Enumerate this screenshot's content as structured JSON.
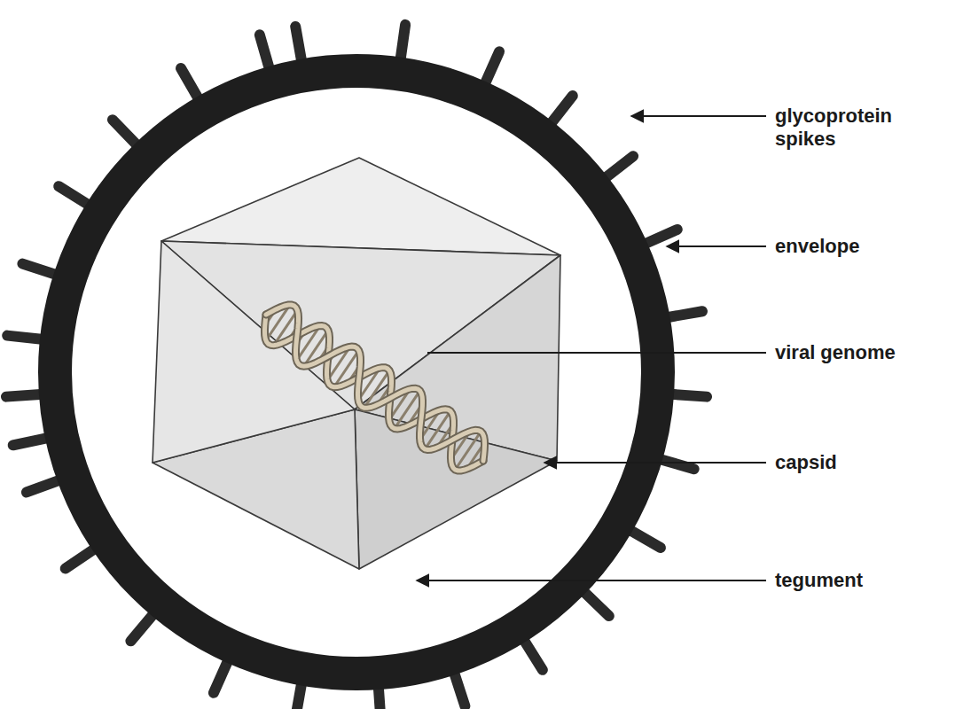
{
  "diagram": {
    "labels": [
      "glycoprotein spikes",
      "envelope",
      "viral genome",
      "capsid",
      "tegument"
    ]
  }
}
